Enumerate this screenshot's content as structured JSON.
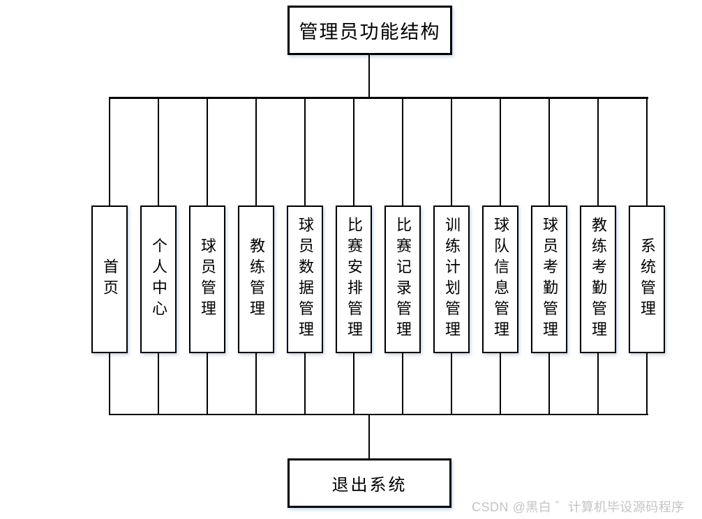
{
  "diagram": {
    "root": {
      "label": "管理员功能结构"
    },
    "columns": [
      {
        "label": "首页"
      },
      {
        "label": "个人中心"
      },
      {
        "label": "球员管理"
      },
      {
        "label": "教练管理"
      },
      {
        "label": "球员数据管理"
      },
      {
        "label": "比赛安排管理"
      },
      {
        "label": "比赛记录管理"
      },
      {
        "label": "训练计划管理"
      },
      {
        "label": "球队信息管理"
      },
      {
        "label": "球员考勤管理"
      },
      {
        "label": "教练考勤管理"
      },
      {
        "label": "系统管理"
      }
    ],
    "exit": {
      "label": "退出系统"
    }
  },
  "watermark": {
    "text": "CSDN @黑白 ゛计算机毕设源码程序"
  },
  "colors": {
    "line": "#000000",
    "box_background": "#ffffff",
    "watermark_text": "#c5c4c4"
  }
}
